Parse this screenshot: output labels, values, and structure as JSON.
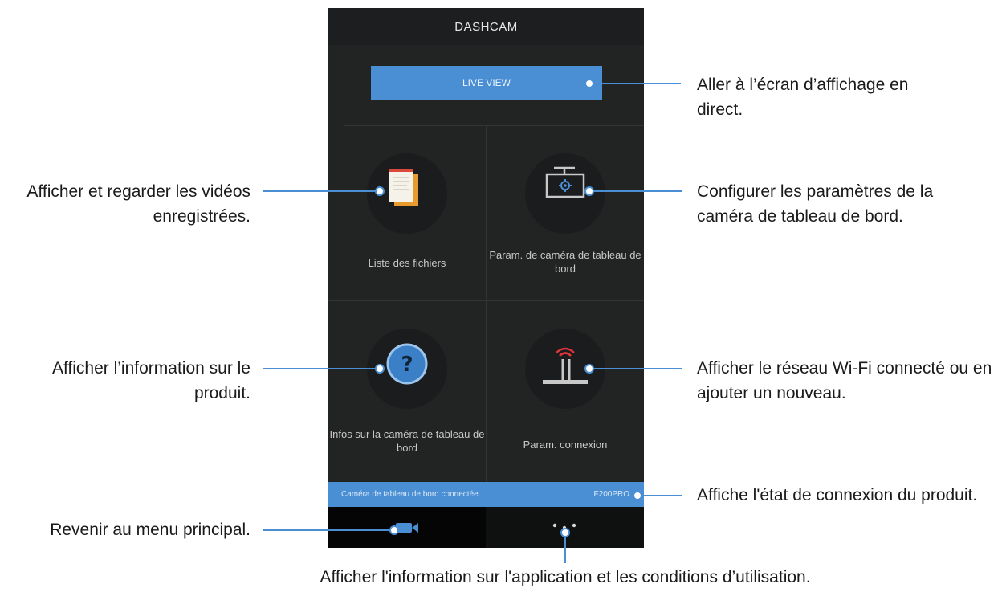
{
  "app": {
    "title": "DASHCAM",
    "live_view_label": "LIVE VIEW",
    "tiles": [
      {
        "id": "file-list",
        "label": "Liste des fichiers",
        "icon": "file-list-icon"
      },
      {
        "id": "dashcam-settings",
        "label": "Param. de caméra de tableau de bord",
        "icon": "camera-settings-icon"
      },
      {
        "id": "dashcam-info",
        "label": "Infos sur la caméra de tableau de bord",
        "icon": "help-question-icon"
      },
      {
        "id": "connection-settings",
        "label": "Param. connexion",
        "icon": "wifi-router-icon"
      }
    ],
    "status_text": "Caméra de tableau de bord connectée.",
    "model": "F200PRO",
    "nav": [
      {
        "id": "home",
        "icon": "video-camera-icon"
      },
      {
        "id": "more",
        "icon": "more-dots-icon"
      }
    ]
  },
  "callouts": {
    "live_view": "Aller à l’écran d’affichage en direct.",
    "file_list": "Afficher et regarder les vidéos enregistrées.",
    "settings": "Configurer les paramètres de la caméra de tableau de bord.",
    "product_info": "Afficher l’information sur le produit.",
    "wifi": "Afficher le réseau Wi-Fi connecté ou en ajouter un nouveau.",
    "status": "Affiche l'état de connexion du produit.",
    "main_menu": "Revenir au menu principal.",
    "app_info": "Afficher l'information sur l'application et les conditions d’utilisation."
  },
  "colors": {
    "accent": "#4a8fd4",
    "phone_bg": "#222323",
    "callout_line": "#4a8fd4"
  }
}
